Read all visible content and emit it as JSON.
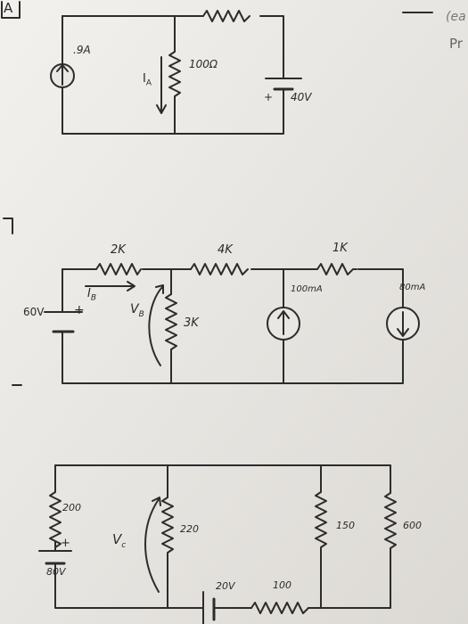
{
  "margin": {
    "corner_label": "A",
    "right_top": "(ea",
    "right_mid": "Pr"
  },
  "circuit_a": {
    "top_resistor": "",
    "current_source": ".9A",
    "current_label": "I",
    "current_sub": "A",
    "resistor_mid": "100Ω",
    "battery_plus": "+",
    "battery": "40V"
  },
  "circuit_b": {
    "r1": "2K",
    "r2": "4K",
    "r3": "1K",
    "source1": "100mA",
    "source2": "80mA",
    "battery": "60V",
    "battery_plus": "+",
    "current_label": "I",
    "current_sub": "B",
    "voltage_label": "V",
    "voltage_sub": "B",
    "r_shunt": "3K"
  },
  "circuit_c": {
    "r_left": "200",
    "battery_plus": "+",
    "battery_left": "80V",
    "voltage_label": "V",
    "voltage_sub": "c",
    "r_mid": "220",
    "battery_bottom": "20V",
    "r_bottom": "100",
    "r_right1": "150",
    "r_right2": "600"
  },
  "colors": {
    "paper": "#e9e7e3",
    "ink": "#2a2a2a"
  }
}
